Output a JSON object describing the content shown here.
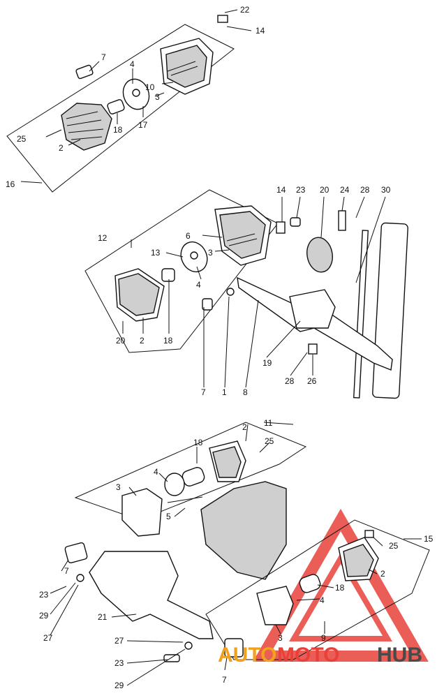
{
  "diagram": {
    "callouts": {
      "c22": "22",
      "c14a": "14",
      "c7a": "7",
      "c4a": "4",
      "c10": "10",
      "c3a": "3",
      "c25a": "25",
      "c2a": "2",
      "c18a": "18",
      "c17": "17",
      "c16": "16",
      "c14b": "14",
      "c23a": "23",
      "c20a": "20",
      "c24": "24",
      "c28a": "28",
      "c30": "30",
      "c12": "12",
      "c6": "6",
      "c13": "13",
      "c3b": "3",
      "c4b": "4",
      "c20b": "20",
      "c2b": "2",
      "c18b": "18",
      "c7b": "7",
      "c1": "1",
      "c8": "8",
      "c19": "19",
      "c28b": "28",
      "c26": "26",
      "c11": "11",
      "c2c": "2",
      "c18c": "18",
      "c25b": "25",
      "c4c": "4",
      "c3c": "3",
      "c5": "5",
      "c15": "15",
      "c25c": "25",
      "c2d": "2",
      "c18d": "18",
      "c4d": "4",
      "c9": "9",
      "c3d": "3",
      "c7c": "7",
      "c23b": "23",
      "c29a": "29",
      "c27a": "27",
      "c21": "21",
      "c27b": "27",
      "c23c": "23",
      "c29b": "29",
      "c7d": "7"
    },
    "watermark": {
      "part1": "AUTO",
      "part2": "MOTO",
      "part3": "HUB",
      "color1": "#f2a11c",
      "color2": "#e8413a",
      "color3": "#4a4a4a"
    }
  }
}
